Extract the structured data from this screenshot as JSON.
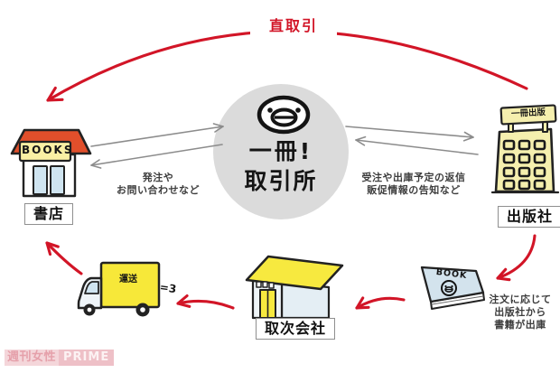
{
  "diagram": {
    "direct_deal_label": "直取引",
    "hub": {
      "name_line1": "一冊!",
      "name_line2": "取引所"
    },
    "bookstore": {
      "sign": "BOOKS",
      "label": "書店"
    },
    "publisher": {
      "sign": "一冊出版",
      "label": "出版社"
    },
    "distributor": {
      "label": "取次会社"
    },
    "truck": {
      "sign": "運送",
      "motion_mark": "=3"
    },
    "book": {
      "cover_text": "BOOK"
    },
    "bookstore_to_hub_note": {
      "line1": "発注や",
      "line2": "お問い合わせなど"
    },
    "hub_to_publisher_note": {
      "line1": "受注や出庫予定の返信",
      "line2": "販促情報の告知など"
    },
    "shipping_note": {
      "line1": "注文に応じて",
      "line2": "出版社から",
      "line3": "書籍が出庫"
    },
    "colors": {
      "red_accent": "#d21527",
      "hub_circle_gray": "#dbdbdb",
      "bright_yellow": "#f7e839",
      "pale_yellow": "#f5efae",
      "pale_blue": "#d3e3ed",
      "roof_orange": "#e14f2b",
      "arrow_gray": "#8c8c8c"
    }
  },
  "watermark": {
    "left": "週刊女性",
    "right": "PRIME"
  }
}
